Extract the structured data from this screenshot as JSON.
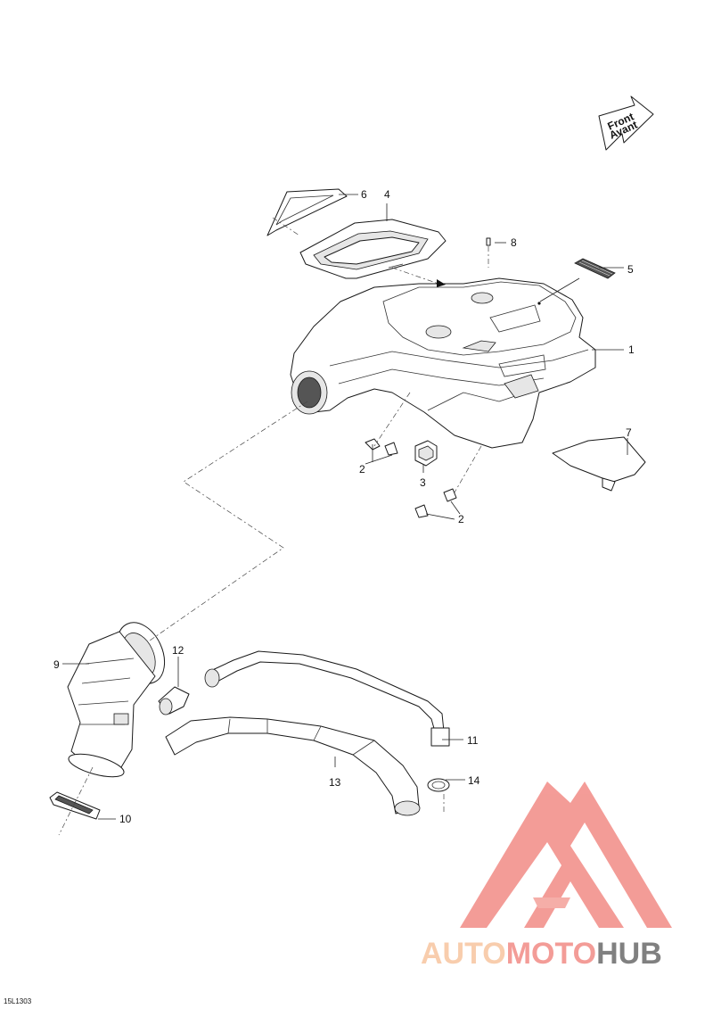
{
  "direction_badge": {
    "line1": "Front",
    "line2": "Avant"
  },
  "callouts": [
    "1",
    "2",
    "2",
    "3",
    "4",
    "5",
    "6",
    "7",
    "8",
    "9",
    "10",
    "11",
    "12",
    "13",
    "14"
  ],
  "watermark": {
    "part1": "AUTO",
    "part2": "MOTO",
    "part3": "HUB",
    "colors": {
      "light": "#f7c59f",
      "accent": "#f28b86",
      "dark": "#6b6b6b"
    }
  },
  "drawing_code": "15L1303"
}
